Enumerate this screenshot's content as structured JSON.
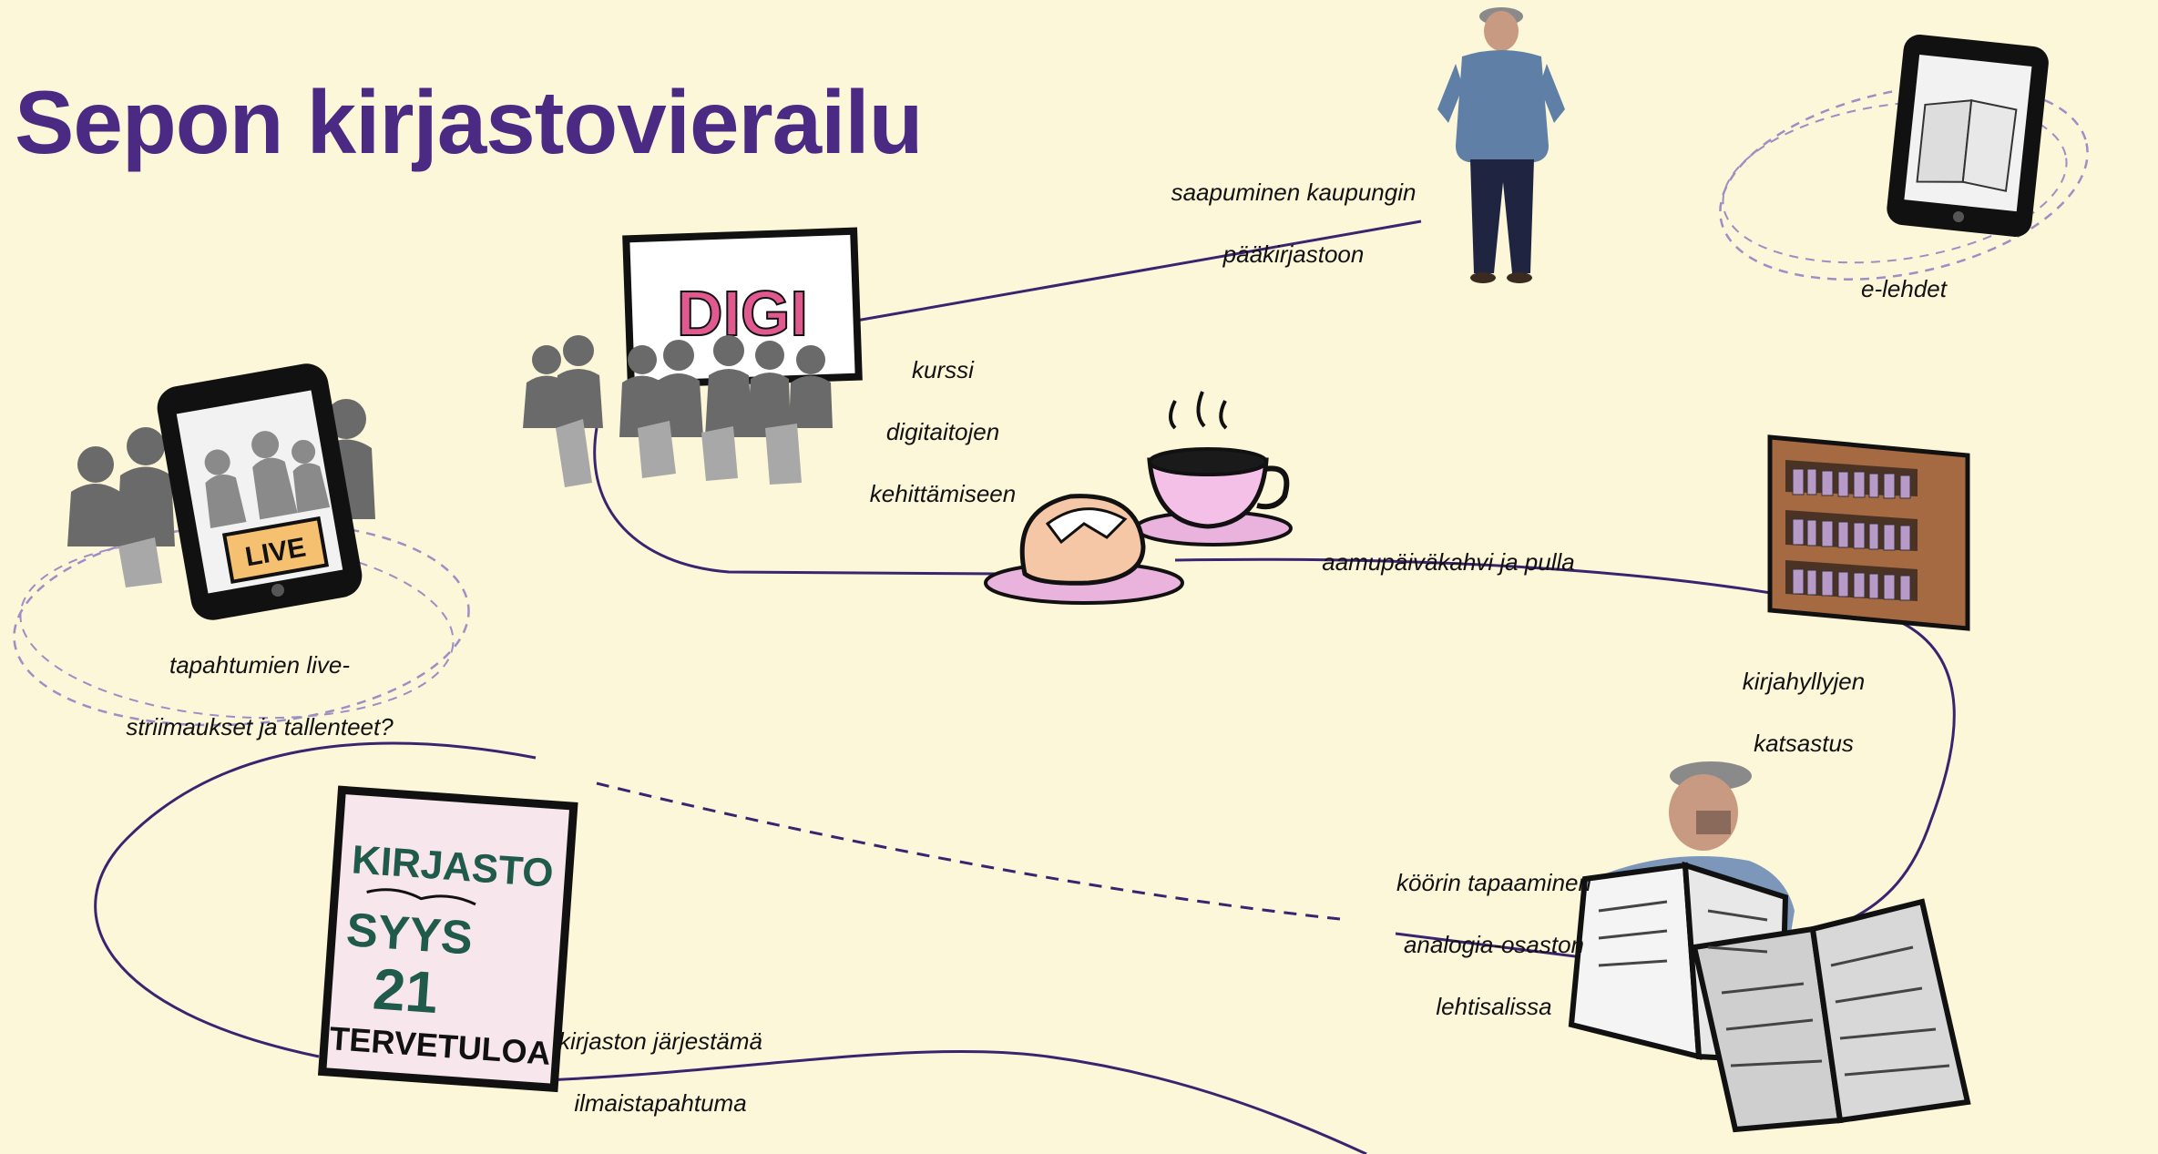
{
  "title": "Sepon kirjastovierailu",
  "steps": [
    {
      "id": "arrival",
      "lines": [
        "saapuminen kaupungin",
        "pääkirjastoon"
      ]
    },
    {
      "id": "digi-course",
      "lines": [
        "kurssi",
        "digitaitojen",
        "kehittämiseen"
      ]
    },
    {
      "id": "coffee",
      "lines": [
        "aamupäiväkahvi ja pulla"
      ]
    },
    {
      "id": "bookshelf",
      "lines": [
        "kirjahyllyjen",
        "katsastus"
      ]
    },
    {
      "id": "choir",
      "lines": [
        "köörin tapaaminen",
        "analogia-osaston",
        "lehtisalissa"
      ]
    },
    {
      "id": "free-event",
      "lines": [
        "kirjaston järjestämä",
        "ilmaistapahtuma"
      ]
    }
  ],
  "ideas": [
    {
      "id": "e-magazines",
      "lines": [
        "e-lehdet"
      ]
    },
    {
      "id": "livestream",
      "lines": [
        "tapahtumien live-",
        "striimaukset ja tallenteet?"
      ]
    }
  ],
  "illustrations": {
    "digi_screen_text": "DIGI",
    "phone_badge_text": "LIVE",
    "poster_lines": [
      "KIRJASTO",
      "SYYS",
      "21",
      "TERVETULOA"
    ]
  },
  "colors": {
    "background": "#fdf7d9",
    "title": "#4a2a82",
    "path": "#3a2470",
    "idea_outline": "#9b8fc4"
  }
}
